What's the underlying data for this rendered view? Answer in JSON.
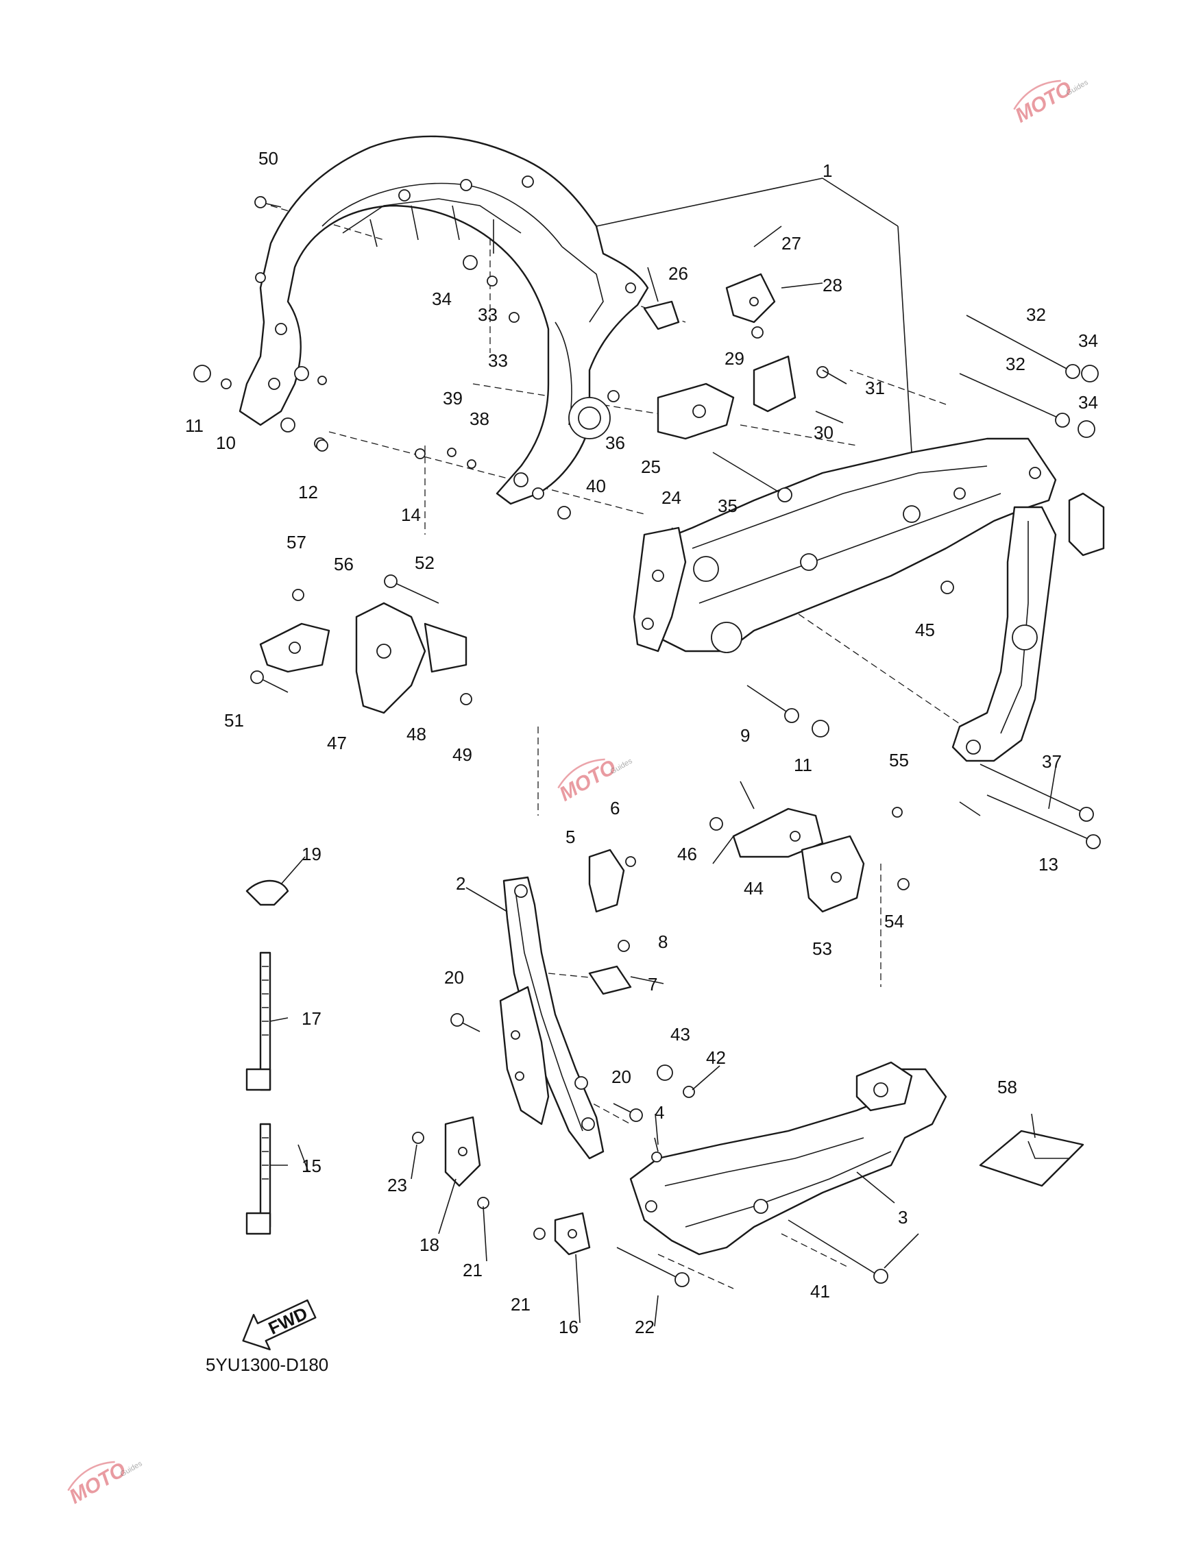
{
  "diagram": {
    "code": "5YU1300-D180",
    "fwd_label": "FWD",
    "watermark": {
      "text": "MOTO",
      "subtext": "Guides",
      "color": "#d84a56"
    },
    "callouts": [
      "1",
      "2",
      "3",
      "4",
      "5",
      "6",
      "7",
      "8",
      "9",
      "10",
      "11",
      "11",
      "12",
      "13",
      "14",
      "15",
      "16",
      "17",
      "18",
      "19",
      "20",
      "20",
      "21",
      "21",
      "22",
      "23",
      "24",
      "25",
      "26",
      "27",
      "28",
      "29",
      "30",
      "31",
      "32",
      "32",
      "33",
      "33",
      "34",
      "34",
      "34",
      "35",
      "36",
      "37",
      "38",
      "39",
      "40",
      "41",
      "42",
      "43",
      "44",
      "45",
      "46",
      "47",
      "48",
      "49",
      "50",
      "51",
      "52",
      "53",
      "54",
      "55",
      "56",
      "57",
      "58"
    ]
  }
}
